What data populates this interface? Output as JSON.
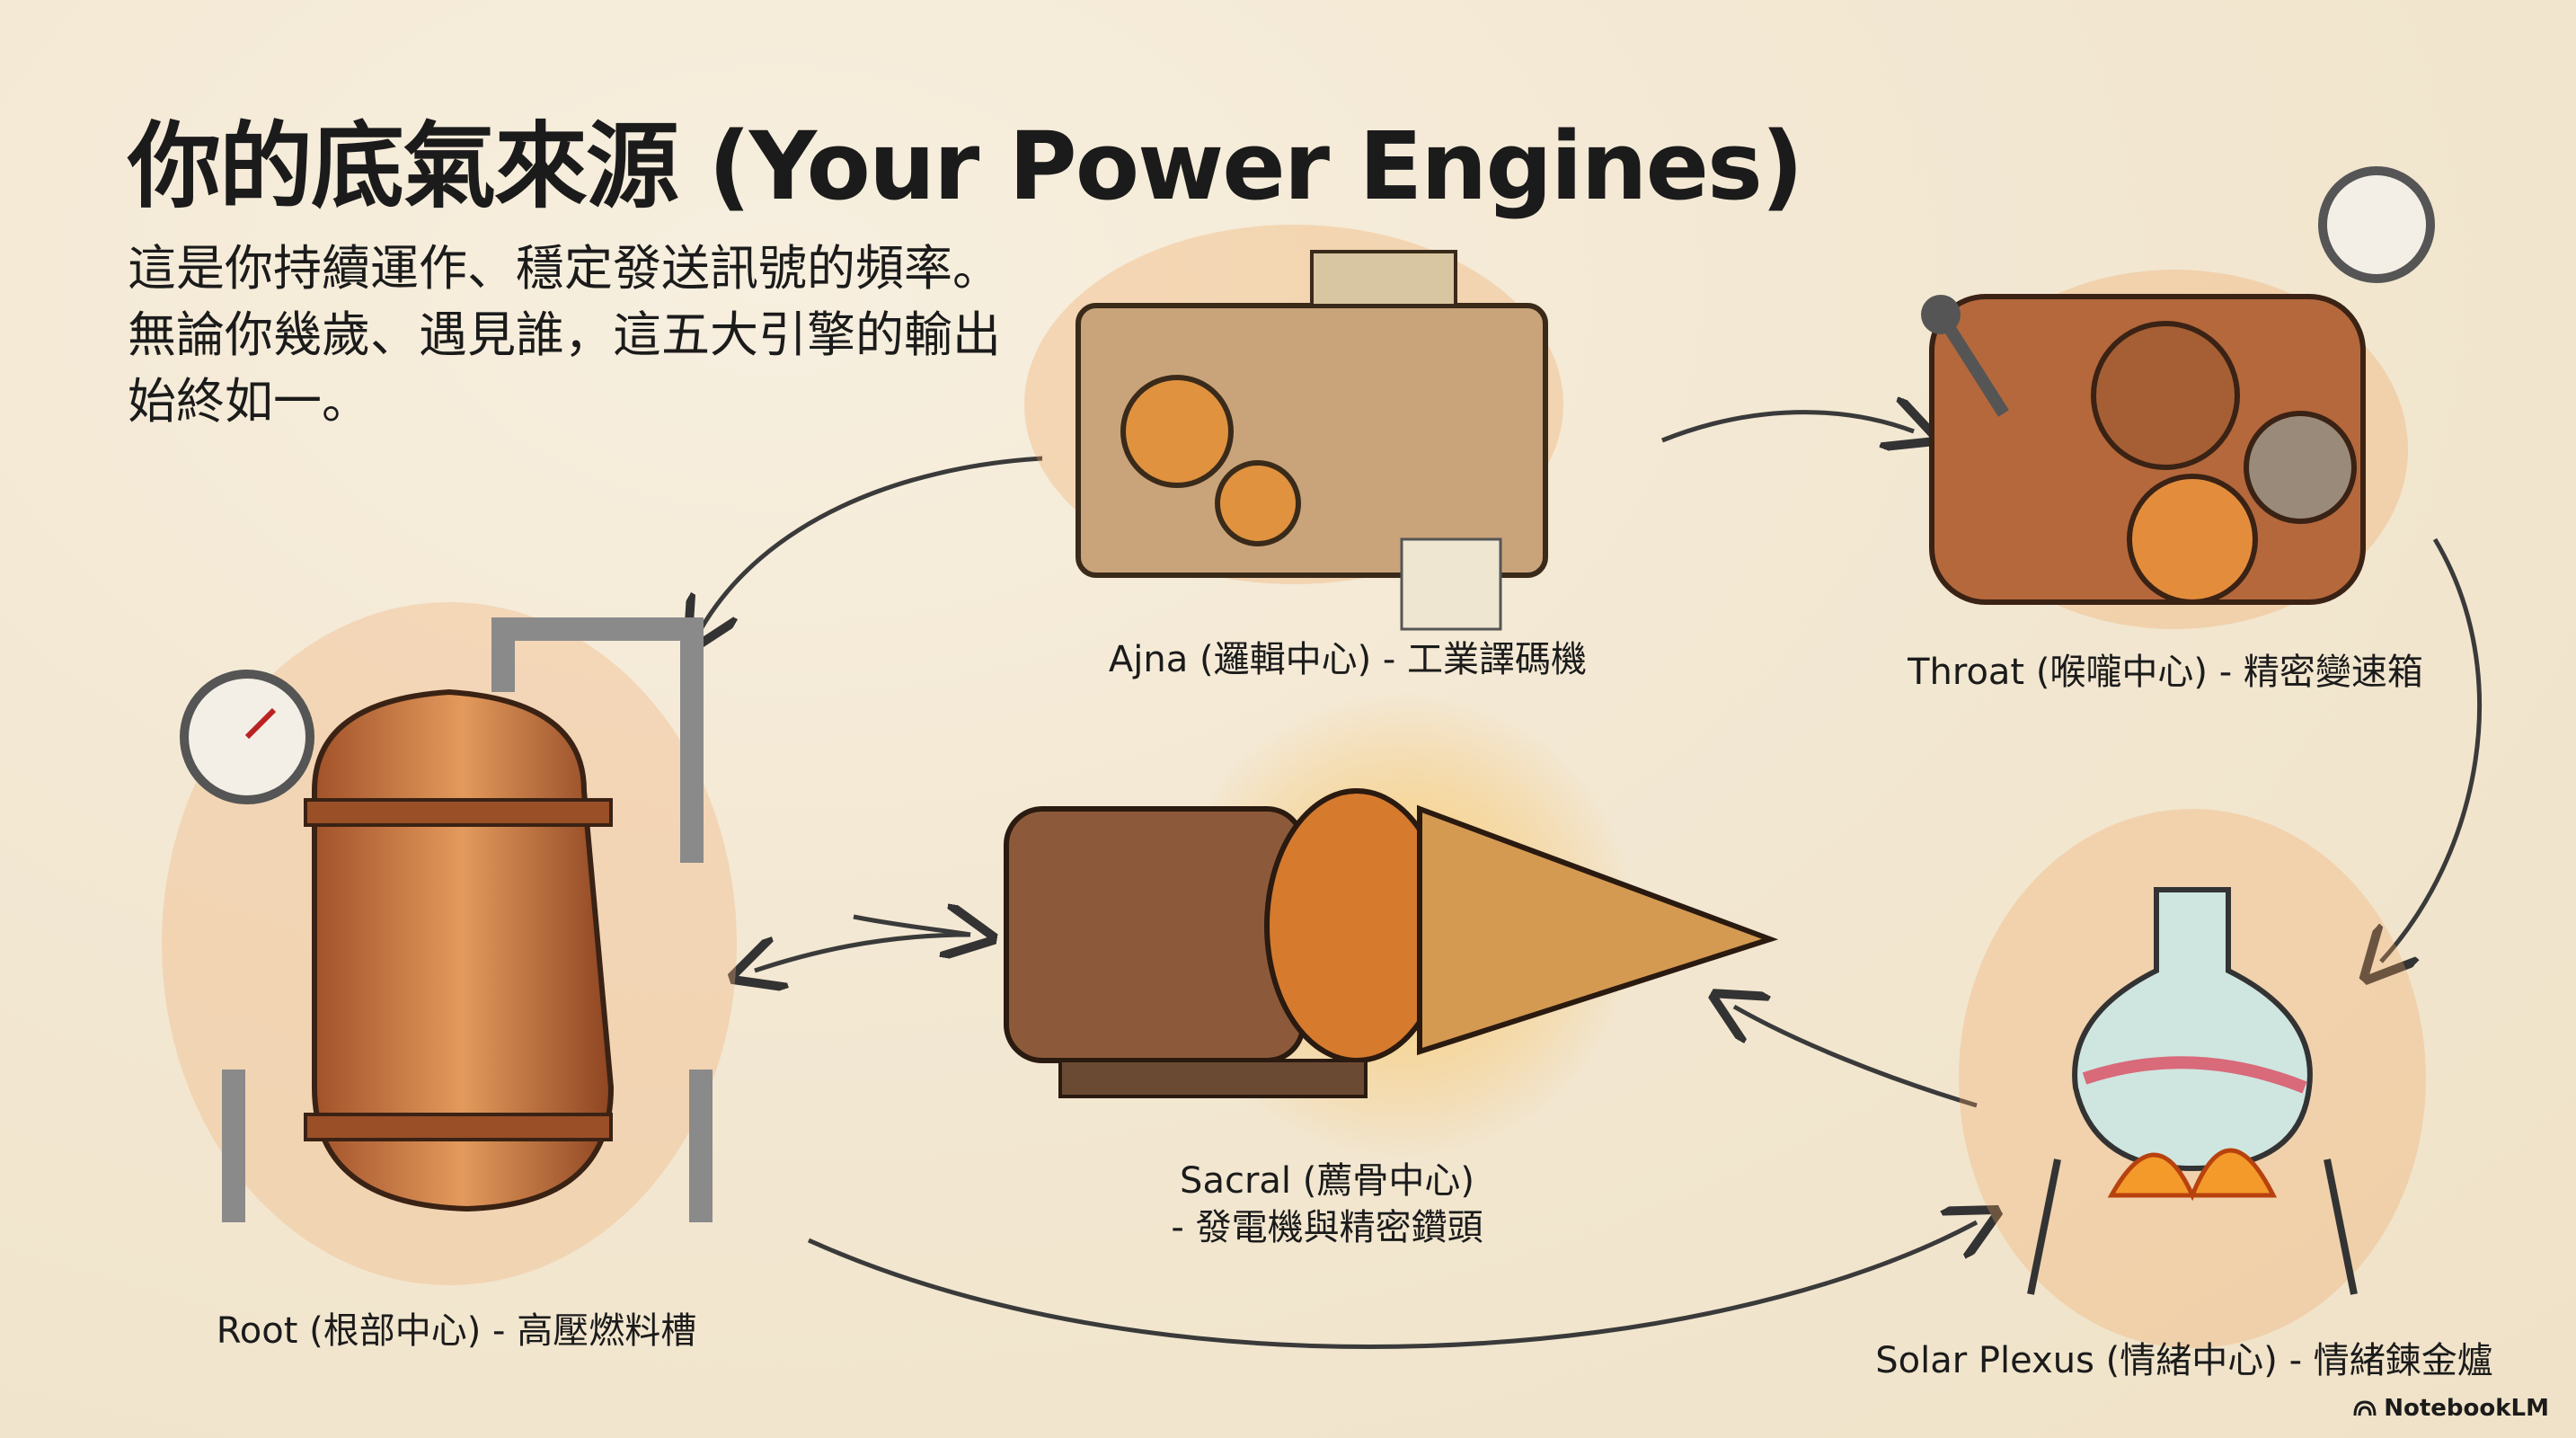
{
  "slide": {
    "title": "你的底氣來源 (Your Power Engines)",
    "body": "這是你持續運作、穩定發送訊號的頻率。無論你幾歲、遇見誰，這五大引擎的輸出始終如一。"
  },
  "engines": [
    {
      "id": "ajna",
      "label": "Ajna (邏輯中心) - 工業譯碼機",
      "icon": "decoder-machine"
    },
    {
      "id": "throat",
      "label": "Throat (喉嚨中心) - 精密變速箱",
      "icon": "gearbox"
    },
    {
      "id": "sacral",
      "label_line1": "Sacral (薦骨中心)",
      "label_line2": "- 發電機與精密鑽頭",
      "icon": "generator-drill"
    },
    {
      "id": "root",
      "label": "Root (根部中心) - 高壓燃料槽",
      "icon": "pressure-tank"
    },
    {
      "id": "solar",
      "label": "Solar Plexus (情緒中心) - 情緒鍊金爐",
      "icon": "alchemy-flask"
    }
  ],
  "brand": {
    "name": "NotebookLM",
    "icon": "notebooklm-logo"
  },
  "colors": {
    "copper": "#c9703a",
    "ink": "#1b1b1b",
    "paper": "#f3e8d3",
    "flame": "#f49a2a",
    "teal": "#2f9c9a"
  }
}
